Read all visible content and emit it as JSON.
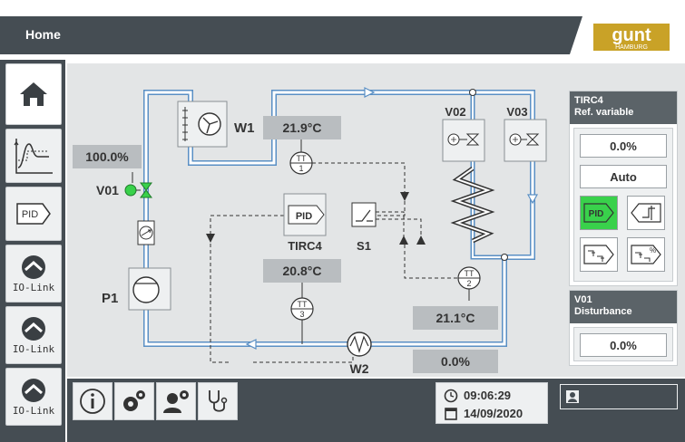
{
  "header": {
    "title": "Home",
    "brand_top": "gunt",
    "brand_bottom": "HAMBURG"
  },
  "sidebar": {
    "items": [
      {
        "name": "home",
        "icon": "home-icon"
      },
      {
        "name": "chart",
        "icon": "chart-icon"
      },
      {
        "name": "pid",
        "label": "PID"
      },
      {
        "name": "iolink1",
        "label": "IO-Link"
      },
      {
        "name": "iolink2",
        "label": "IO-Link"
      },
      {
        "name": "iolink3",
        "label": "IO-Link"
      }
    ]
  },
  "process": {
    "w1": "W1",
    "w2": "W2",
    "p1": "P1",
    "v01": "V01",
    "v02": "V02",
    "v03": "V03",
    "s1": "S1",
    "tirc4": "TIRC4",
    "pid_block": "PID",
    "tt": "TT",
    "tt1_num": "1",
    "tt2_num": "2",
    "tt3_num": "3",
    "v01_value": "100.0%",
    "tt1_value": "21.9°C",
    "tt3_value": "20.8°C",
    "tt2_value": "21.1°C",
    "w2_value": "0.0%"
  },
  "tirc4_panel": {
    "title_line1": "TIRC4",
    "title_line2": "Ref. variable",
    "value": "0.0%",
    "mode": "Auto",
    "pid_label": "PID"
  },
  "v01_panel": {
    "title_line1": "V01",
    "title_line2": "Disturbance",
    "value": "0.0%"
  },
  "statusbar": {
    "time": "09:06:29",
    "date": "14/09/2020"
  },
  "colors": {
    "pipe": "#5a8fc4",
    "dark_bar": "#454d53",
    "valve_active": "#39d14b",
    "pid_active": "#39d14b",
    "brand_gold": "#c9a227"
  }
}
